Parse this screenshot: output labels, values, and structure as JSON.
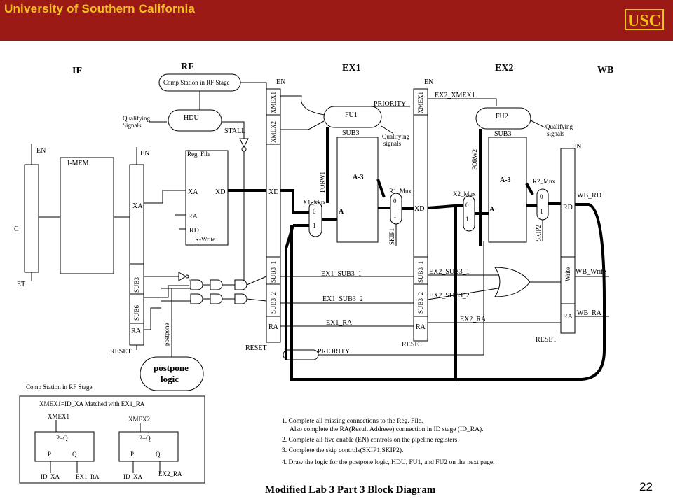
{
  "header": {
    "university": "University of Southern California",
    "logo": "USC"
  },
  "page_number": "22",
  "stages": {
    "if": "IF",
    "rf": "RF",
    "ex1": "EX1",
    "ex2": "EX2",
    "wb": "WB"
  },
  "labels": {
    "comp_station": "Comp Station in RF Stage",
    "hdu": "HDU",
    "qualifying": "Qualifying",
    "signals": "Signals",
    "qualifying_lc": "Qualifying",
    "signals_lc": "signals",
    "stall": "STALL",
    "en": "EN",
    "imem": "I-MEM",
    "reg_file": "Reg. File",
    "xa": "XA",
    "xd": "XD",
    "ra": "RA",
    "rd": "RD",
    "r_write": "R-Write",
    "sub3": "SUB3",
    "sub6": "SUB6",
    "reset": "RESET",
    "postpone": "postpone",
    "postpone_logic_1": "postpone",
    "postpone_logic_2": "logic",
    "xmex1": "XMEX1",
    "xmex2": "XMEX2",
    "sub3_1": "SUB3_1",
    "sub3_2": "SUB3_2",
    "fu1": "FU1",
    "fu2": "FU2",
    "priority": "PRIORITY",
    "forw1": "FORW1",
    "forw2": "FORW2",
    "a_minus_3": "A-3",
    "a": "A",
    "x1_mux": "X1_Mux",
    "r1_mux": "R1_Mux",
    "x2_mux": "X2_Mux",
    "r2_mux": "R2_Mux",
    "zero": "0",
    "one": "1",
    "skip1": "SKIP1",
    "skip2": "SKIP2",
    "ex2_xmex1": "EX2_XMEX1",
    "ex1_sub3_1": "EX1_SUB3_1",
    "ex1_sub3_2": "EX1_SUB3_2",
    "ex1_ra": "EX1_RA",
    "ex2_sub3_1": "EX2_SUB3_1",
    "ex2_sub3_2": "EX2_SUB3_2",
    "ex2_ra": "EX2_RA",
    "wb_rd": "WB_RD",
    "wb_write": "WB_Write",
    "wb_ra": "WB_RA",
    "write": "Write",
    "c_left": "C",
    "et_left": "ET"
  },
  "comp_box": {
    "title": "Comp Station in RF Stage",
    "heading": "XMEX1=ID_XA Matched with EX1_RA",
    "c1": {
      "top": "XMEX1",
      "eq": "P=Q",
      "p": "P",
      "q": "Q",
      "in1": "ID_XA",
      "in2": "EX1_RA"
    },
    "c2": {
      "top": "XMEX2",
      "eq": "P=Q",
      "p": "P",
      "q": "Q",
      "in1": "ID_XA",
      "in2": "EX2_RA"
    }
  },
  "instructions": [
    "1. Complete all missing connections to the Reg. File.",
    "Also complete the RA(Result Addreee) connection in ID stage (ID_RA).",
    "2. Complete all five enable (EN) controls on the pipeline registers.",
    "3. Complete the skip controls(SKIP1,SKIP2).",
    "4. Draw the logic for the postpone logic, HDU, FU1, and FU2 on the next page."
  ],
  "diagram_title": "Modified Lab 3 Part 3 Block Diagram"
}
